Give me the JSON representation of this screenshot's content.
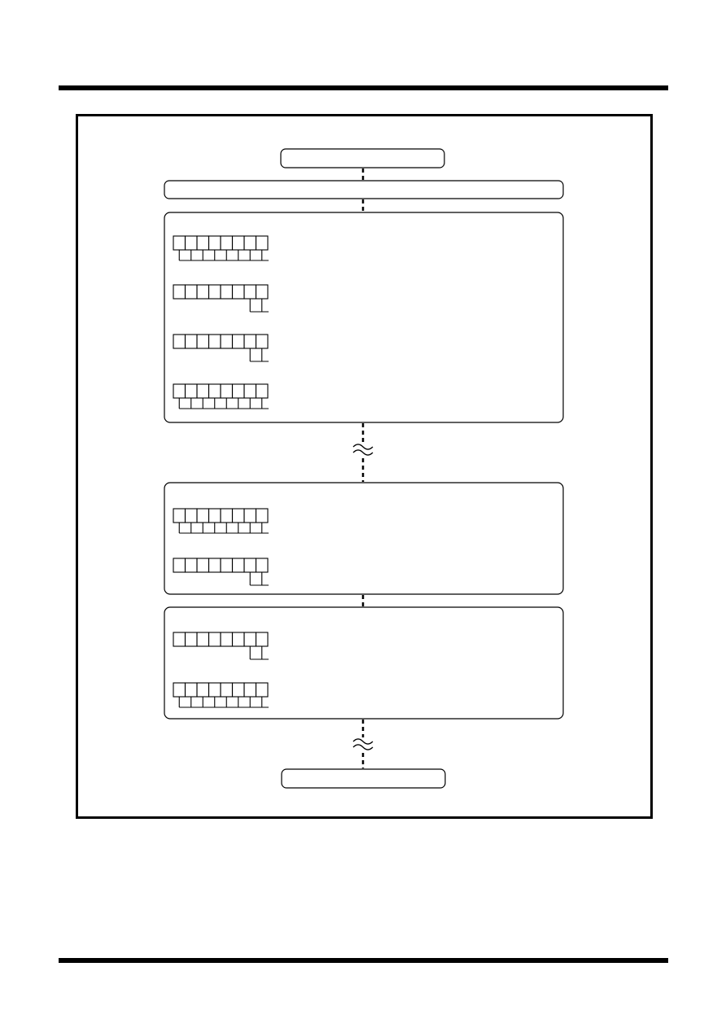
{
  "document": {
    "header_text": "",
    "footer_text": ""
  },
  "flowchart": {
    "start_label": "",
    "init_label": "",
    "end_label": "",
    "groups": [
      {
        "label": "",
        "registers": [
          {
            "bit_arrow": "all",
            "description": ""
          },
          {
            "bit_arrow": "bit0",
            "description": ""
          },
          {
            "bit_arrow": "bit0",
            "description": ""
          },
          {
            "bit_arrow": "all",
            "description": ""
          }
        ]
      },
      {
        "label": "",
        "registers": [
          {
            "bit_arrow": "all",
            "description": ""
          },
          {
            "bit_arrow": "bit0",
            "description": ""
          }
        ]
      },
      {
        "label": "",
        "registers": [
          {
            "bit_arrow": "bit0",
            "description": ""
          },
          {
            "bit_arrow": "all",
            "description": ""
          }
        ]
      }
    ],
    "bits_per_register": 8,
    "colors": {
      "line": "#000000",
      "background": "#ffffff"
    }
  }
}
